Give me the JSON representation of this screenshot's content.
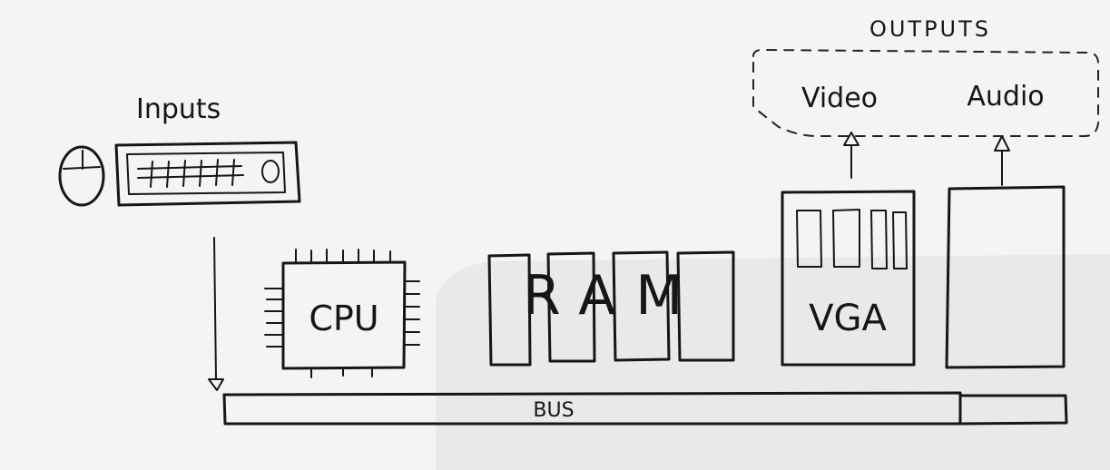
{
  "labels": {
    "inputs": "Inputs",
    "outputs": "OUTPUTS",
    "video": "Video",
    "audio": "Audio",
    "cpu": "CPU",
    "ram": "RAM",
    "vga": "VGA",
    "bus": "BUS"
  },
  "icons": {
    "mouse": "mouse-icon",
    "keyboard": "keyboard-icon",
    "chip": "chip-icon"
  },
  "colors": {
    "ink": "#161616",
    "paper": "#f4f4f2"
  }
}
